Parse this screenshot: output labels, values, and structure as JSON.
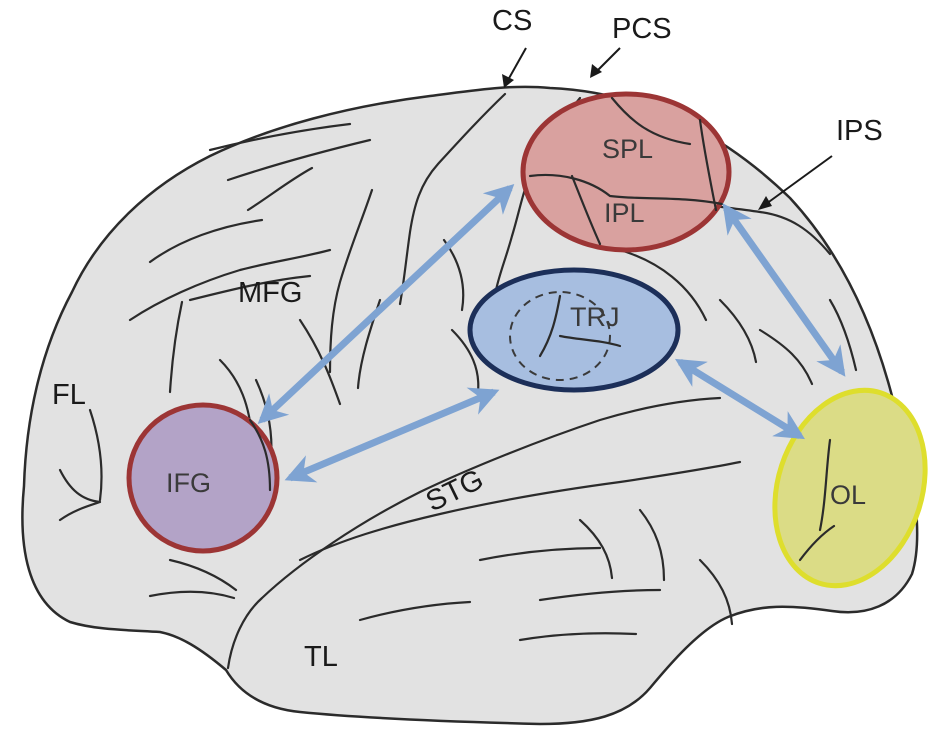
{
  "labels": {
    "cs": "CS",
    "pcs": "PCS",
    "ips": "IPS",
    "fl": "FL",
    "mfg": "MFG",
    "stg": "STG",
    "tl": "TL"
  },
  "regions": {
    "spl": "SPL",
    "ipl": "IPL",
    "trj": "TRJ",
    "ifg": "IFG",
    "ol": "OL"
  },
  "colors": {
    "brain_fill": "#e2e2e2",
    "brain_outline": "#2b2b2b",
    "parietal_fill": "#d9a19f",
    "parietal_stroke": "#9c3535",
    "trj_fill": "#a7bee0",
    "trj_stroke": "#1c2f59",
    "ifg_fill": "#b3a3c7",
    "ifg_stroke": "#9c3535",
    "ol_fill": "#dbdc86",
    "ol_stroke": "#dede2d",
    "arrow": "#7ea3d2"
  }
}
